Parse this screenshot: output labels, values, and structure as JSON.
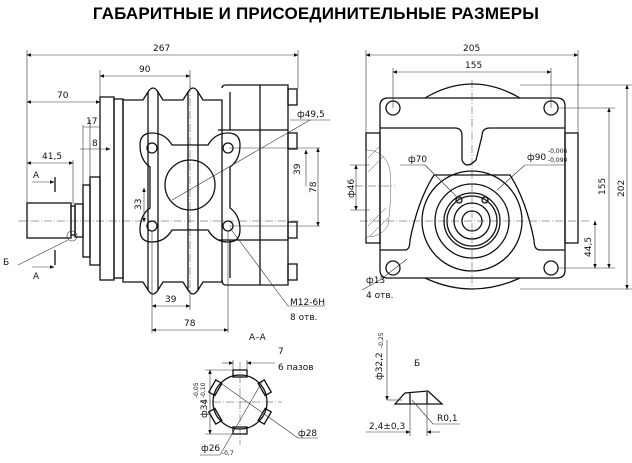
{
  "title": "ГАБАРИТНЫЕ И ПРИСОЕДИНИТЕЛЬНЫЕ РАЗМЕРЫ",
  "side_view": {
    "dims": {
      "d267": "267",
      "d90": "90",
      "d70": "70",
      "d17": "17",
      "d8": "8",
      "d41_5": "41,5",
      "d39v": "39",
      "d78v": "78",
      "d33": "33",
      "d39h": "39",
      "d78h": "78",
      "phi49_5": "ф49,5"
    },
    "section_mark": "А",
    "detail_mark": "Б",
    "thread": "М12-6Н",
    "thread_count": "8 отв."
  },
  "front_view": {
    "dims": {
      "d205": "205",
      "d155h": "155",
      "d155v": "155",
      "d202": "202",
      "d44_5": "44,5",
      "phi46": "ф46",
      "phi70": "ф70",
      "phi90": "ф90",
      "phi90_up": "-0,006",
      "phi90_lo": "-0,090",
      "phi13": "ф13",
      "holes": "4 отв."
    }
  },
  "section_aa": {
    "label": "А–А",
    "d7": "7",
    "slots": "6 пазов",
    "phi34": "ф34",
    "phi34_up": "-0,05",
    "phi34_lo": "-0,10",
    "phi28": "ф28",
    "phi26": "ф26",
    "phi26_tol": "-0,7"
  },
  "detail_b": {
    "label": "Б",
    "phi32_2": "ф32,2",
    "phi32_tol": "-0,25",
    "width": "2,4±0,3",
    "radius": "R0,1"
  }
}
